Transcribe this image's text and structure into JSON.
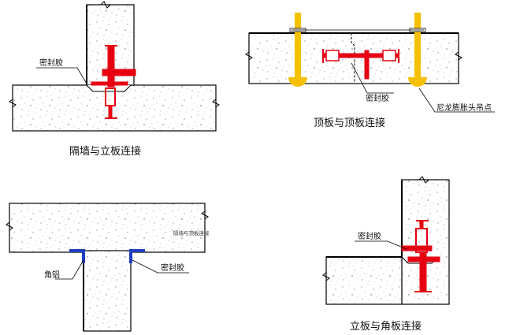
{
  "colors": {
    "sealant": "#e60012",
    "nylon_anchor": "#f5c000",
    "aluminum_angle": "#1f3fbf",
    "concrete_outline": "#000000",
    "concrete_fill": "#ffffff",
    "speckle": "#777777"
  },
  "panel1": {
    "caption": "隔墙与立板连接",
    "label_sealant": "密封胶"
  },
  "panel2": {
    "caption": "顶板与顶板连接",
    "label_sealant": "密封胶",
    "label_anchor": "尼龙膨胀头吊点"
  },
  "panel3": {
    "label_corner": "角铝",
    "label_sealant": "密封胶",
    "label_small": "隔墙与顶板连接"
  },
  "panel4": {
    "caption": "立板与角板连接",
    "label_sealant": "密封胶"
  }
}
